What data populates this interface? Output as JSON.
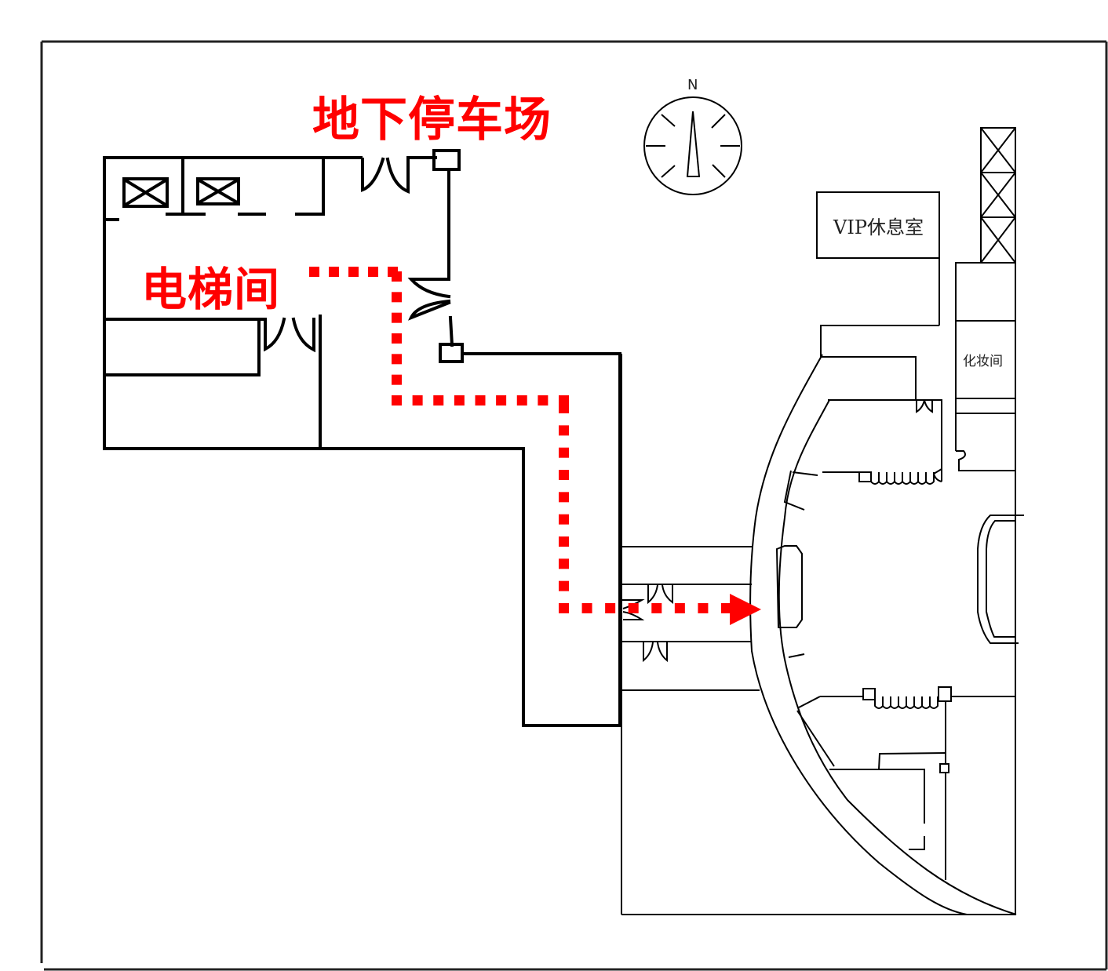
{
  "map": {
    "labels": {
      "parking": "地下停车场",
      "elevator_hall": "电梯间",
      "vip_lounge": "VIP休息室",
      "makeup_room": "化妆间"
    },
    "compass": {
      "north_label": "N",
      "icon": "compass-icon"
    },
    "route": {
      "from": "电梯间",
      "style": "dotted-arrow",
      "color": "#ff0000"
    },
    "colors": {
      "route": "#ff0000",
      "labels_highlight": "#ff0000",
      "walls": "#000000",
      "background": "#ffffff"
    }
  }
}
